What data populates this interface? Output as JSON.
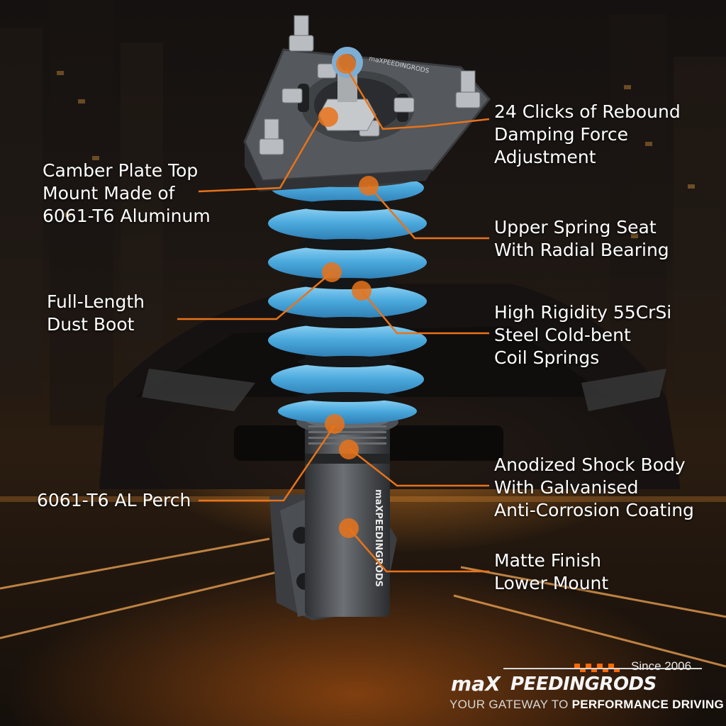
{
  "callouts": {
    "camber_plate": "Camber Plate Top\nMount Made of\n6061-T6 Aluminum",
    "dust_boot": "Full-Length\nDust Boot",
    "al_perch": "6061-T6 AL Perch",
    "rebound": "24 Clicks of Rebound\nDamping Force\nAdjustment",
    "spring_seat": "Upper Spring Seat\nWith Radial Bearing",
    "coil_springs": "High Rigidity 55CrSi\nSteel Cold-bent\nCoil Springs",
    "shock_body": "Anodized Shock Body\nWith Galvanised\nAnti-Corrosion Coating",
    "lower_mount": "Matte Finish\nLower Mount"
  },
  "logo": {
    "brand_part1": "maX",
    "brand_part2": "PEEDINGRODS",
    "since": "Since 2006",
    "tagline_prefix": "YOUR GATEWAY TO ",
    "tagline_bold": "PERFORMANCE DRIVING"
  },
  "product_marking": "maXPEEDINGRODS",
  "colors": {
    "accent": "#e8731a",
    "spring": "#5db7e6",
    "metal": "#55585c"
  }
}
